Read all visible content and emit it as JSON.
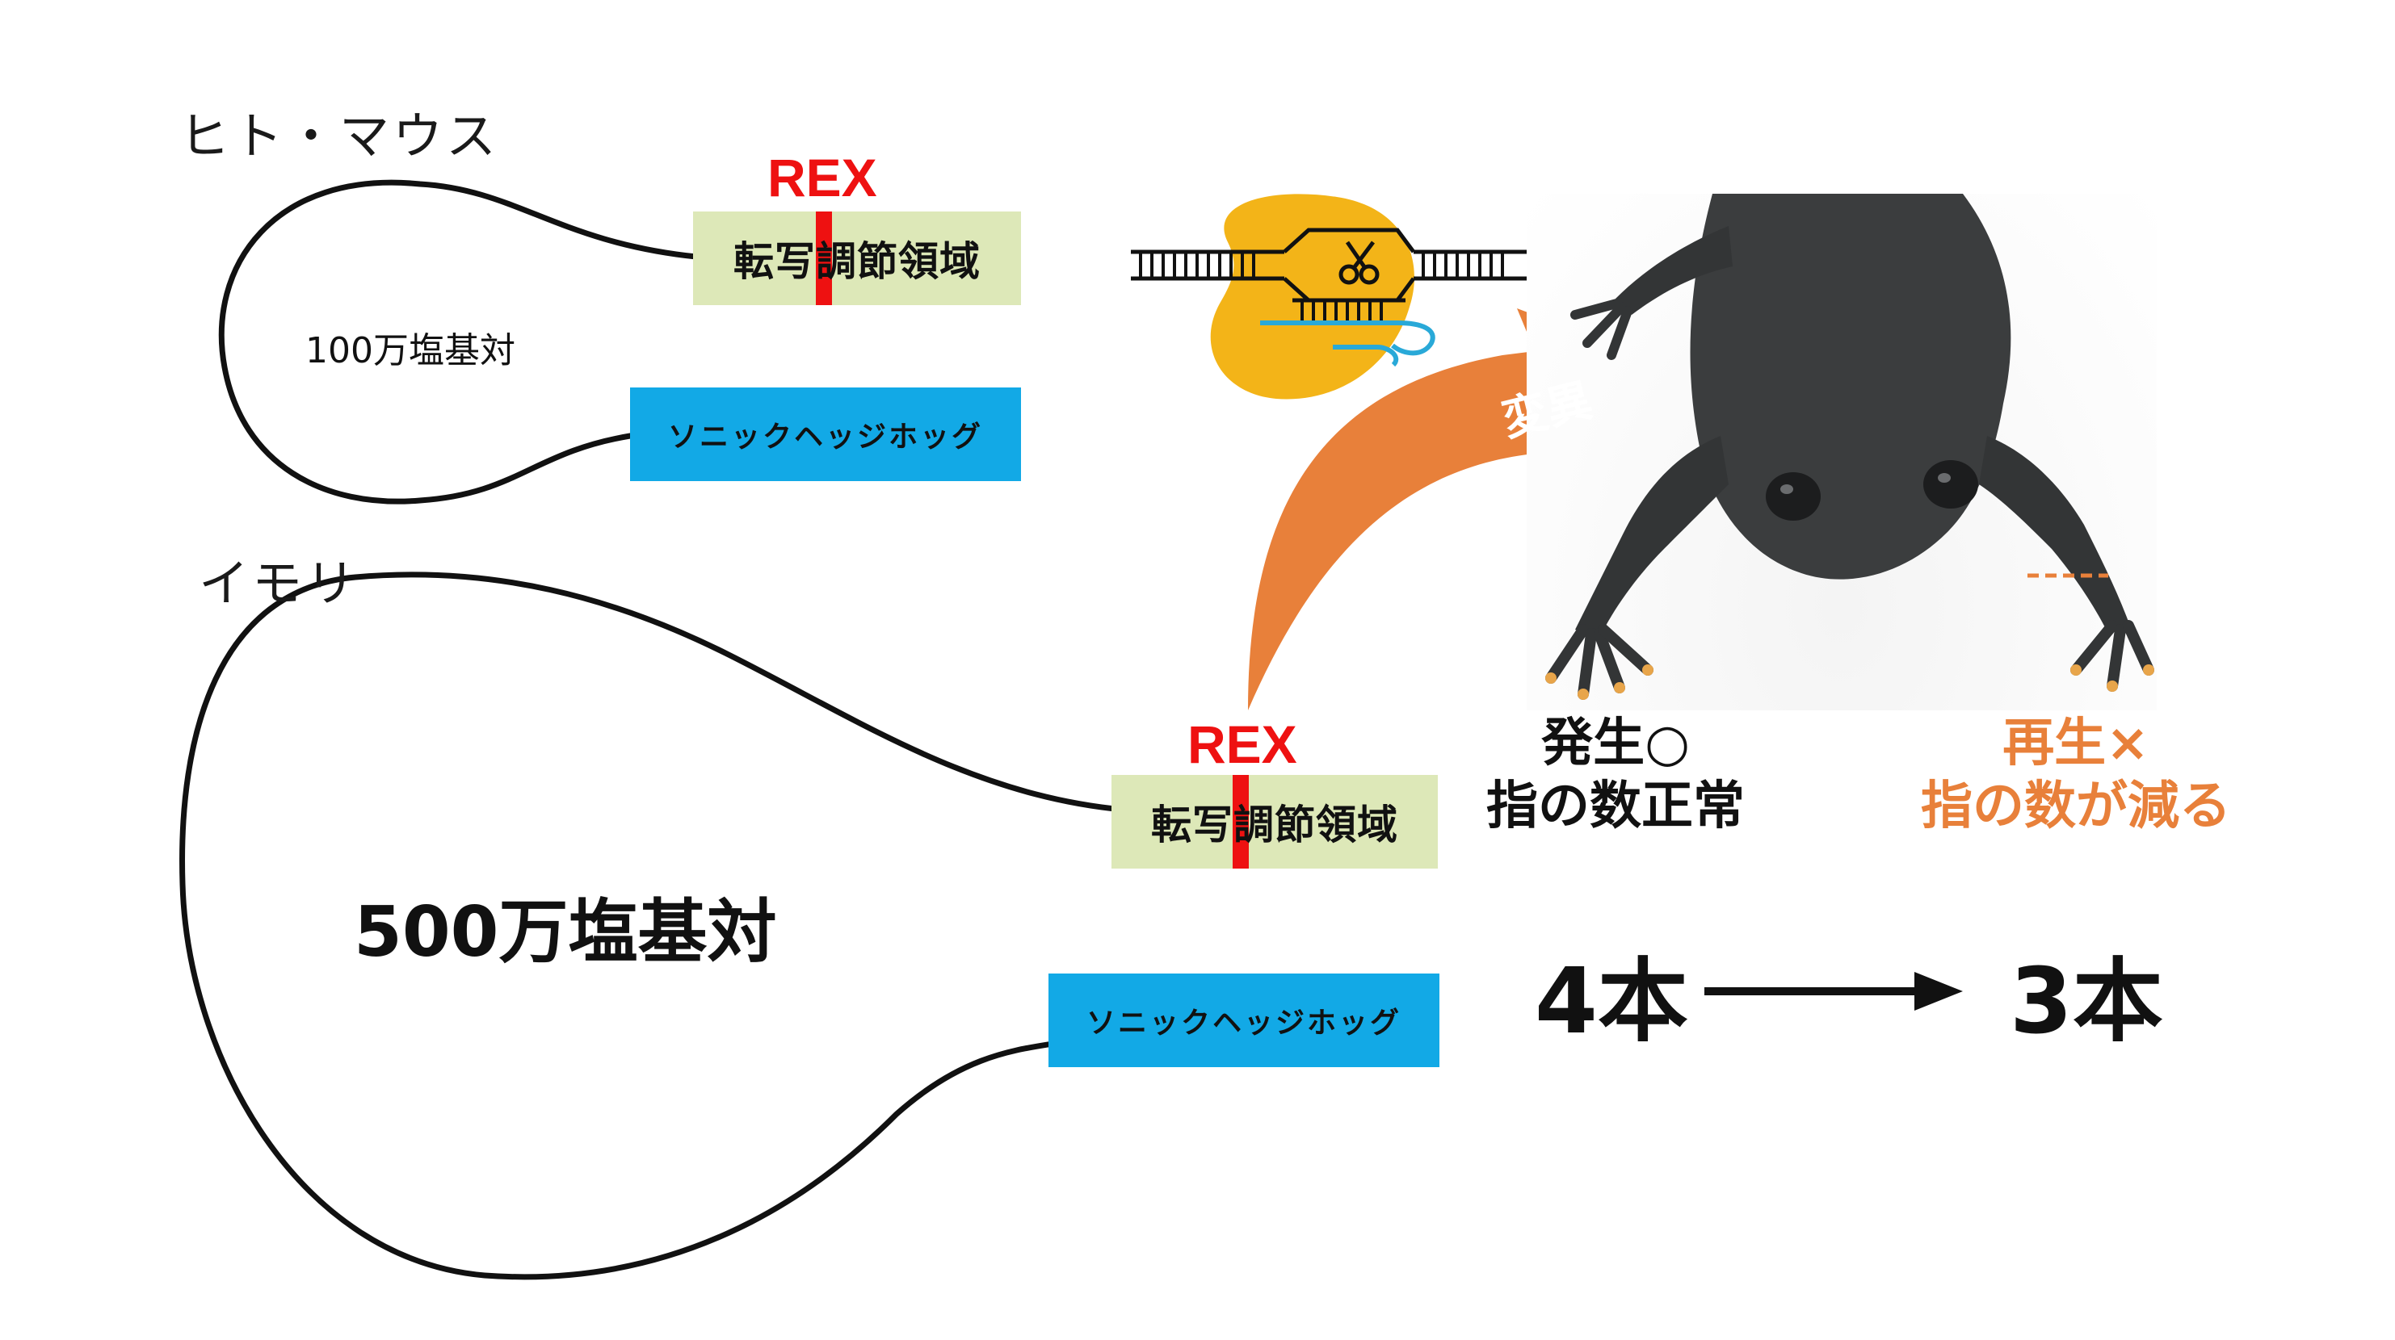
{
  "species": {
    "mammal_label": "ヒト・マウス",
    "newt_label": "イモリ"
  },
  "genome_size": {
    "mammal": "100万塩基対",
    "newt": "500万塩基対"
  },
  "elements": {
    "rex_label": "REX",
    "regulatory_region_label": "転写調節領域",
    "gene_label": "ソニックヘッジホッグ"
  },
  "intervention": {
    "tool_icon": "crispr-cas9-icon",
    "scissors_icon": "scissors-icon",
    "mutation_label": "変異"
  },
  "outcomes": {
    "development": {
      "line1": "発生○",
      "line2": "指の数正常"
    },
    "regeneration": {
      "line1": "再生×",
      "line2": "指の数が減る"
    }
  },
  "digit_counts": {
    "before": "4本",
    "after": "3本"
  },
  "colors": {
    "rex": "#ee1111",
    "regulatory_region": "#dde8b8",
    "gene": "#12a9e6",
    "arrow": "#e8803a",
    "cas9": "#f3b418",
    "guide_rna": "#29a9d8",
    "regeneration_text": "#e8803a",
    "line": "#111111"
  }
}
